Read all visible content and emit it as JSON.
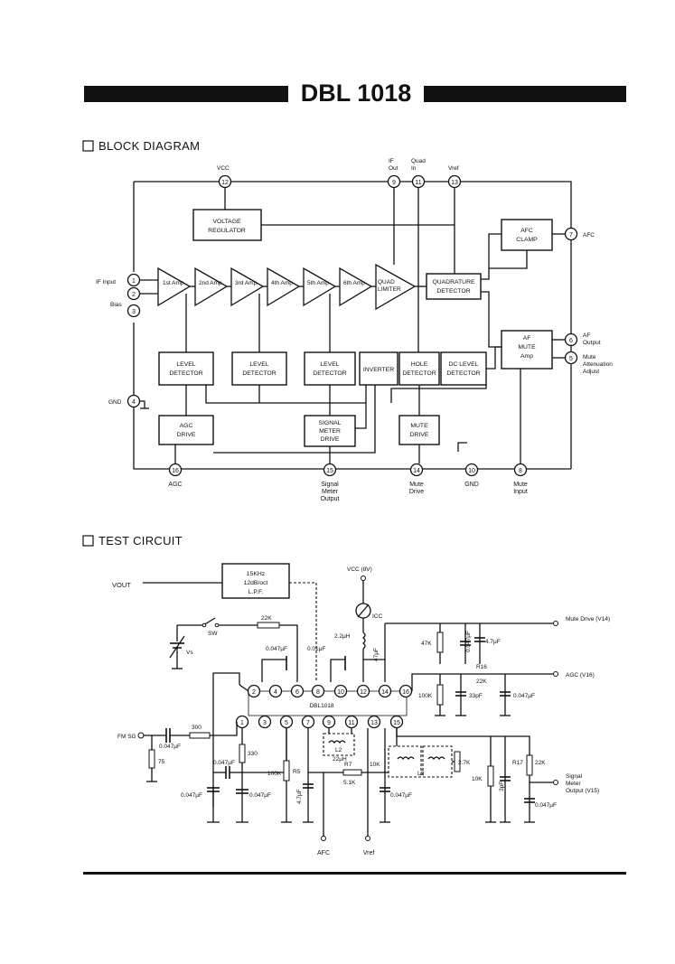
{
  "header": {
    "title": "DBL 1018"
  },
  "block_diagram": {
    "title": "BLOCK DIAGRAM",
    "vcc_label": "VCC",
    "vref_label": "Vref",
    "if_out_label": [
      "IF",
      "Out"
    ],
    "quad_in_label": [
      "Quad",
      "In"
    ],
    "if_input_label": "IF Input",
    "bias_label": "Bias",
    "gnd_label": "GND",
    "afc_label": "AFC",
    "af_output_label": [
      "AF",
      "Output"
    ],
    "mute_att_label": [
      "Mute",
      "Attenuation",
      "Adjust"
    ],
    "voltage_regulator": [
      "VOLTAGE",
      "REGULATOR"
    ],
    "amps": [
      "1st Amp",
      "2nd Amp",
      "3rd Amp",
      "4th Amp",
      "5th Amp",
      "6th Amp"
    ],
    "quad_limiter": [
      "QUAD",
      "LIMITER"
    ],
    "quadrature_detector": [
      "QUADRATURE",
      "DETECTOR"
    ],
    "afc_clamp": [
      "AFC",
      "CLAMP"
    ],
    "af_mute_amp": [
      "AF",
      "MUTE",
      "Amp"
    ],
    "level_detector": [
      "LEVEL",
      "DETECTOR"
    ],
    "inverter": "INVERTER",
    "hole_detector": [
      "HOLE",
      "DETECTOR"
    ],
    "dc_level_detector": [
      "DC LEVEL",
      "DETECTOR"
    ],
    "agc_drive": [
      "AGC",
      "DRIVE"
    ],
    "signal_meter_drive": [
      "SIGNAL",
      "METER",
      "DRIVE"
    ],
    "mute_drive": [
      "MUTE",
      "DRIVE"
    ],
    "bottom_labels": {
      "agc": "AGC",
      "signal_meter_output": [
        "Signal",
        "Meter",
        "Output"
      ],
      "mute_drive": [
        "Mute",
        "Drive"
      ],
      "gnd": "GND",
      "mute_input": [
        "Mute",
        "Input"
      ]
    },
    "pins": [
      "1",
      "2",
      "3",
      "4",
      "5",
      "6",
      "7",
      "8",
      "9",
      "10",
      "11",
      "12",
      "13",
      "14",
      "15",
      "16"
    ]
  },
  "test_circuit": {
    "title": "TEST CIRCUIT",
    "vout_label": "VOUT",
    "lpf": [
      "15KHz",
      "12dB/oct",
      "L.P.F."
    ],
    "vcc_8v": "VCC (8V)",
    "icc": "ICC",
    "sw": "SW",
    "vs": "Vs",
    "chip_label": "DBL1018",
    "fm_sg": "FM SG",
    "mute_drive_out": "Mute Drive (V14)",
    "agc_out": "AGC (V16)",
    "signal_meter_out": [
      "Signal",
      "Meter",
      "Output (V15)"
    ],
    "afc": "AFC",
    "vref": "Vref",
    "components": {
      "r22k_top": "22K",
      "c0047_a": "0.047μF",
      "c001": "0.01μF",
      "l22": "2.2μH",
      "c47u": "47μF",
      "r47k": "47K",
      "c0047_b": "0.047μF",
      "c47u_b": "4.7μF",
      "r16": "R16",
      "r22k_b": "22K",
      "r100k_right": "100K",
      "c33p": "33pF",
      "c0047_c": "0.047μF",
      "r300": "300",
      "c0047_in": "0.047μF",
      "r75": "75",
      "r330": "330",
      "c0047_d": "0.047μF",
      "r100k_mid": "100K",
      "r5": "R5",
      "c0047_e": "0.047μF",
      "c0047_f": "0.047μF",
      "c47u_c": "4.7μF",
      "l2": "L2",
      "l22u": "22μH",
      "r7": "R7",
      "r51k": "5.1K",
      "r10k": "10K",
      "c0047_g": "0.047μF",
      "l3": "L3",
      "r27k": "2.7K",
      "r10k_b": "10K",
      "c3p": "3pF",
      "r17": "R17",
      "r22k_c": "22K",
      "c0047_h": "0.047μF"
    },
    "pins_top": [
      "2",
      "4",
      "6",
      "8",
      "10",
      "12",
      "14",
      "16"
    ],
    "pins_bottom": [
      "1",
      "3",
      "5",
      "7",
      "9",
      "11",
      "13",
      "15"
    ]
  }
}
